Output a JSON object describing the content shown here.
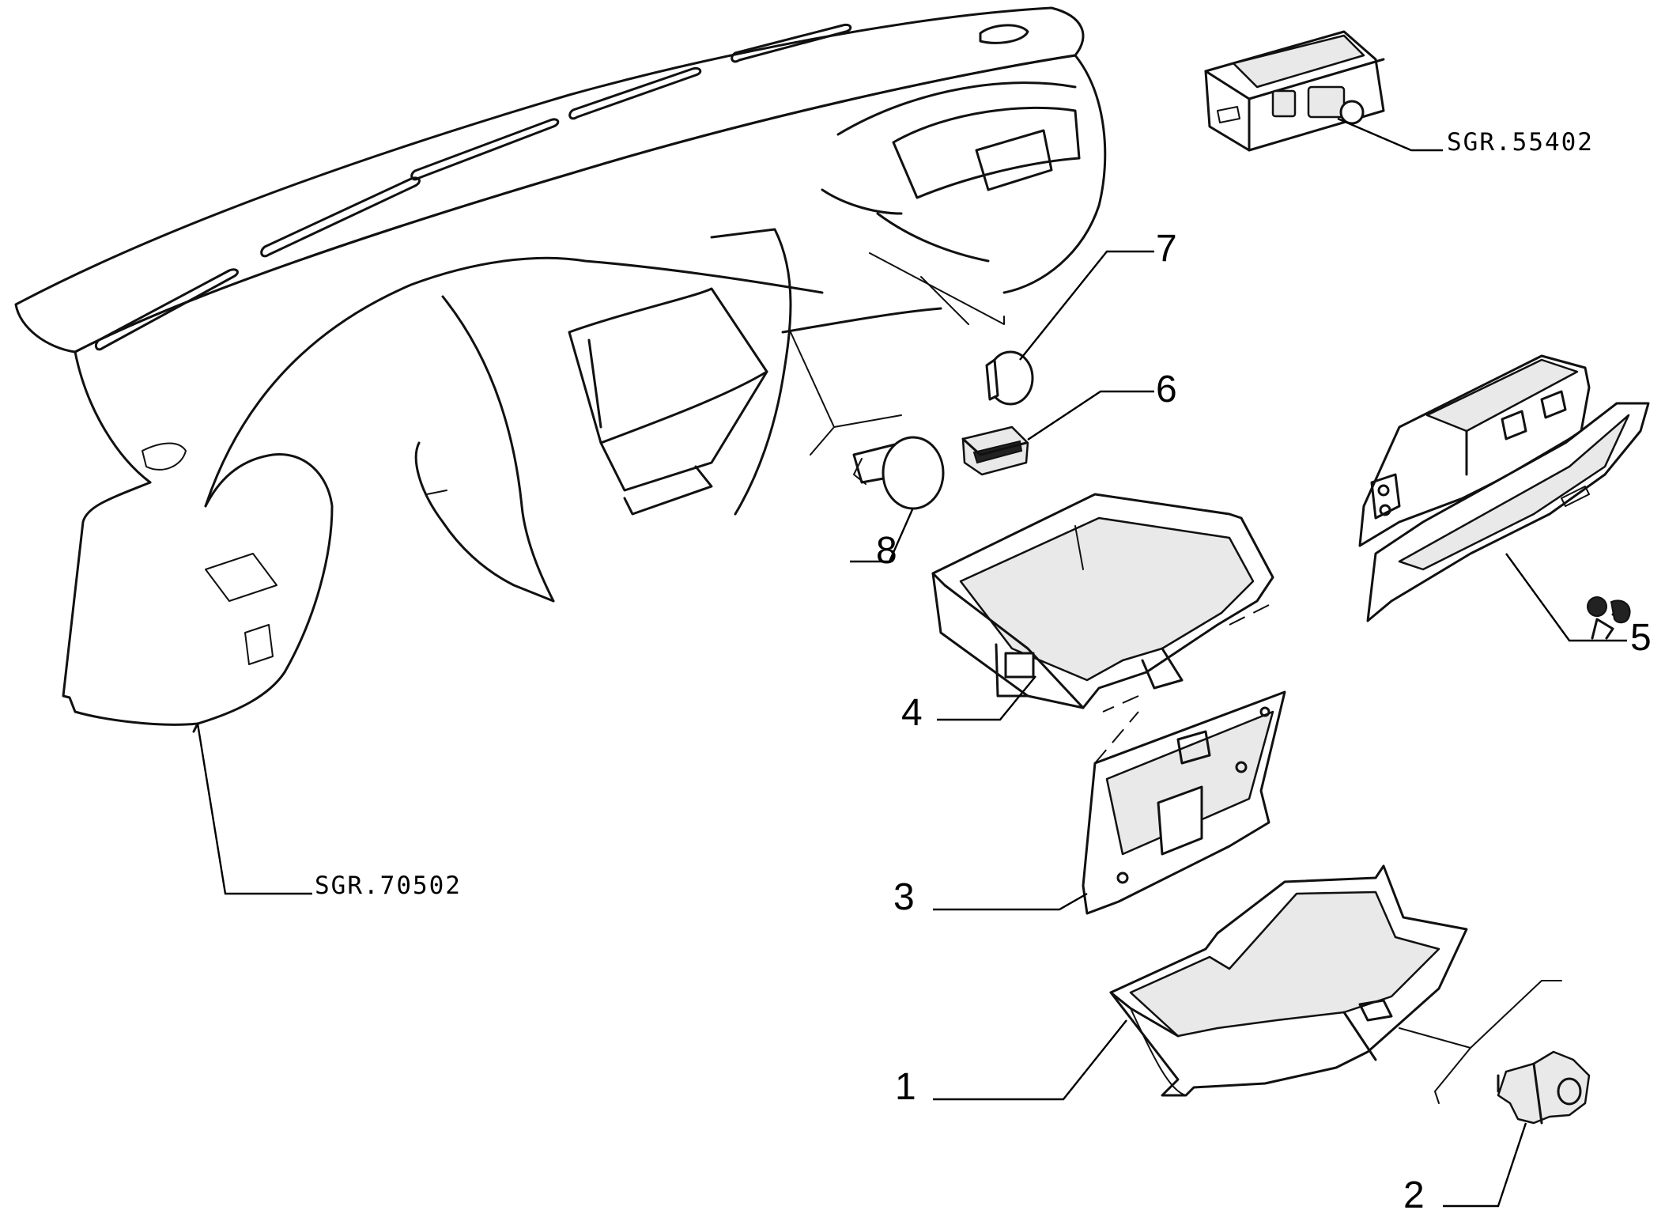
{
  "labels": {
    "p1": "1",
    "p2": "2",
    "p3": "3",
    "p4": "4",
    "p5": "5",
    "p6": "6",
    "p7": "7",
    "p8": "8",
    "ref_dashboard": "SGR.70502",
    "ref_switch": "SGR.55402"
  },
  "icons": {
    "airbag": "airbag-warning-icon"
  }
}
